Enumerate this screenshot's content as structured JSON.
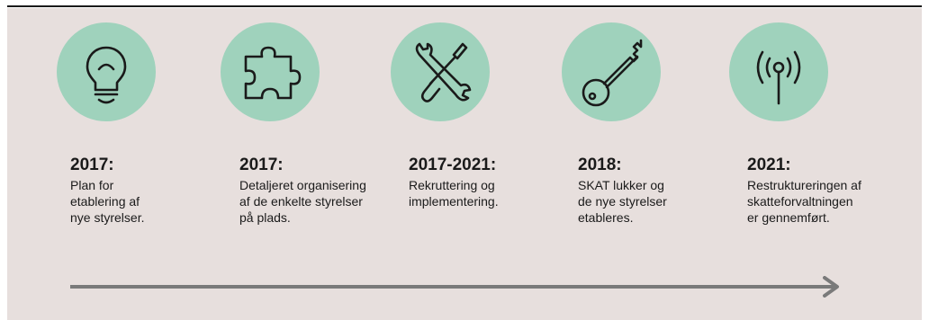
{
  "colors": {
    "background": "#e7dfdd",
    "circle": "#9fd2bc",
    "arrow": "#7a7a7a",
    "text": "#1a1a1a"
  },
  "steps": [
    {
      "icon": "lightbulb-icon",
      "year": "2017:",
      "lines": [
        "Plan for",
        "etablering af",
        "nye styrelser."
      ]
    },
    {
      "icon": "puzzle-piece-icon",
      "year": "2017:",
      "lines": [
        "Detaljeret organisering",
        "af de enkelte styrelser",
        "på plads."
      ]
    },
    {
      "icon": "wrench-screwdriver-icon",
      "year": "2017-2021:",
      "lines": [
        "Rekruttering og",
        "implementering."
      ]
    },
    {
      "icon": "key-icon",
      "year": "2018:",
      "lines": [
        "SKAT lukker og",
        "de nye styrelser",
        "etableres."
      ]
    },
    {
      "icon": "broadcast-antenna-icon",
      "year": "2021:",
      "lines": [
        "Restruktureringen af",
        "skatteforvaltningen",
        "er gennemført."
      ]
    }
  ]
}
